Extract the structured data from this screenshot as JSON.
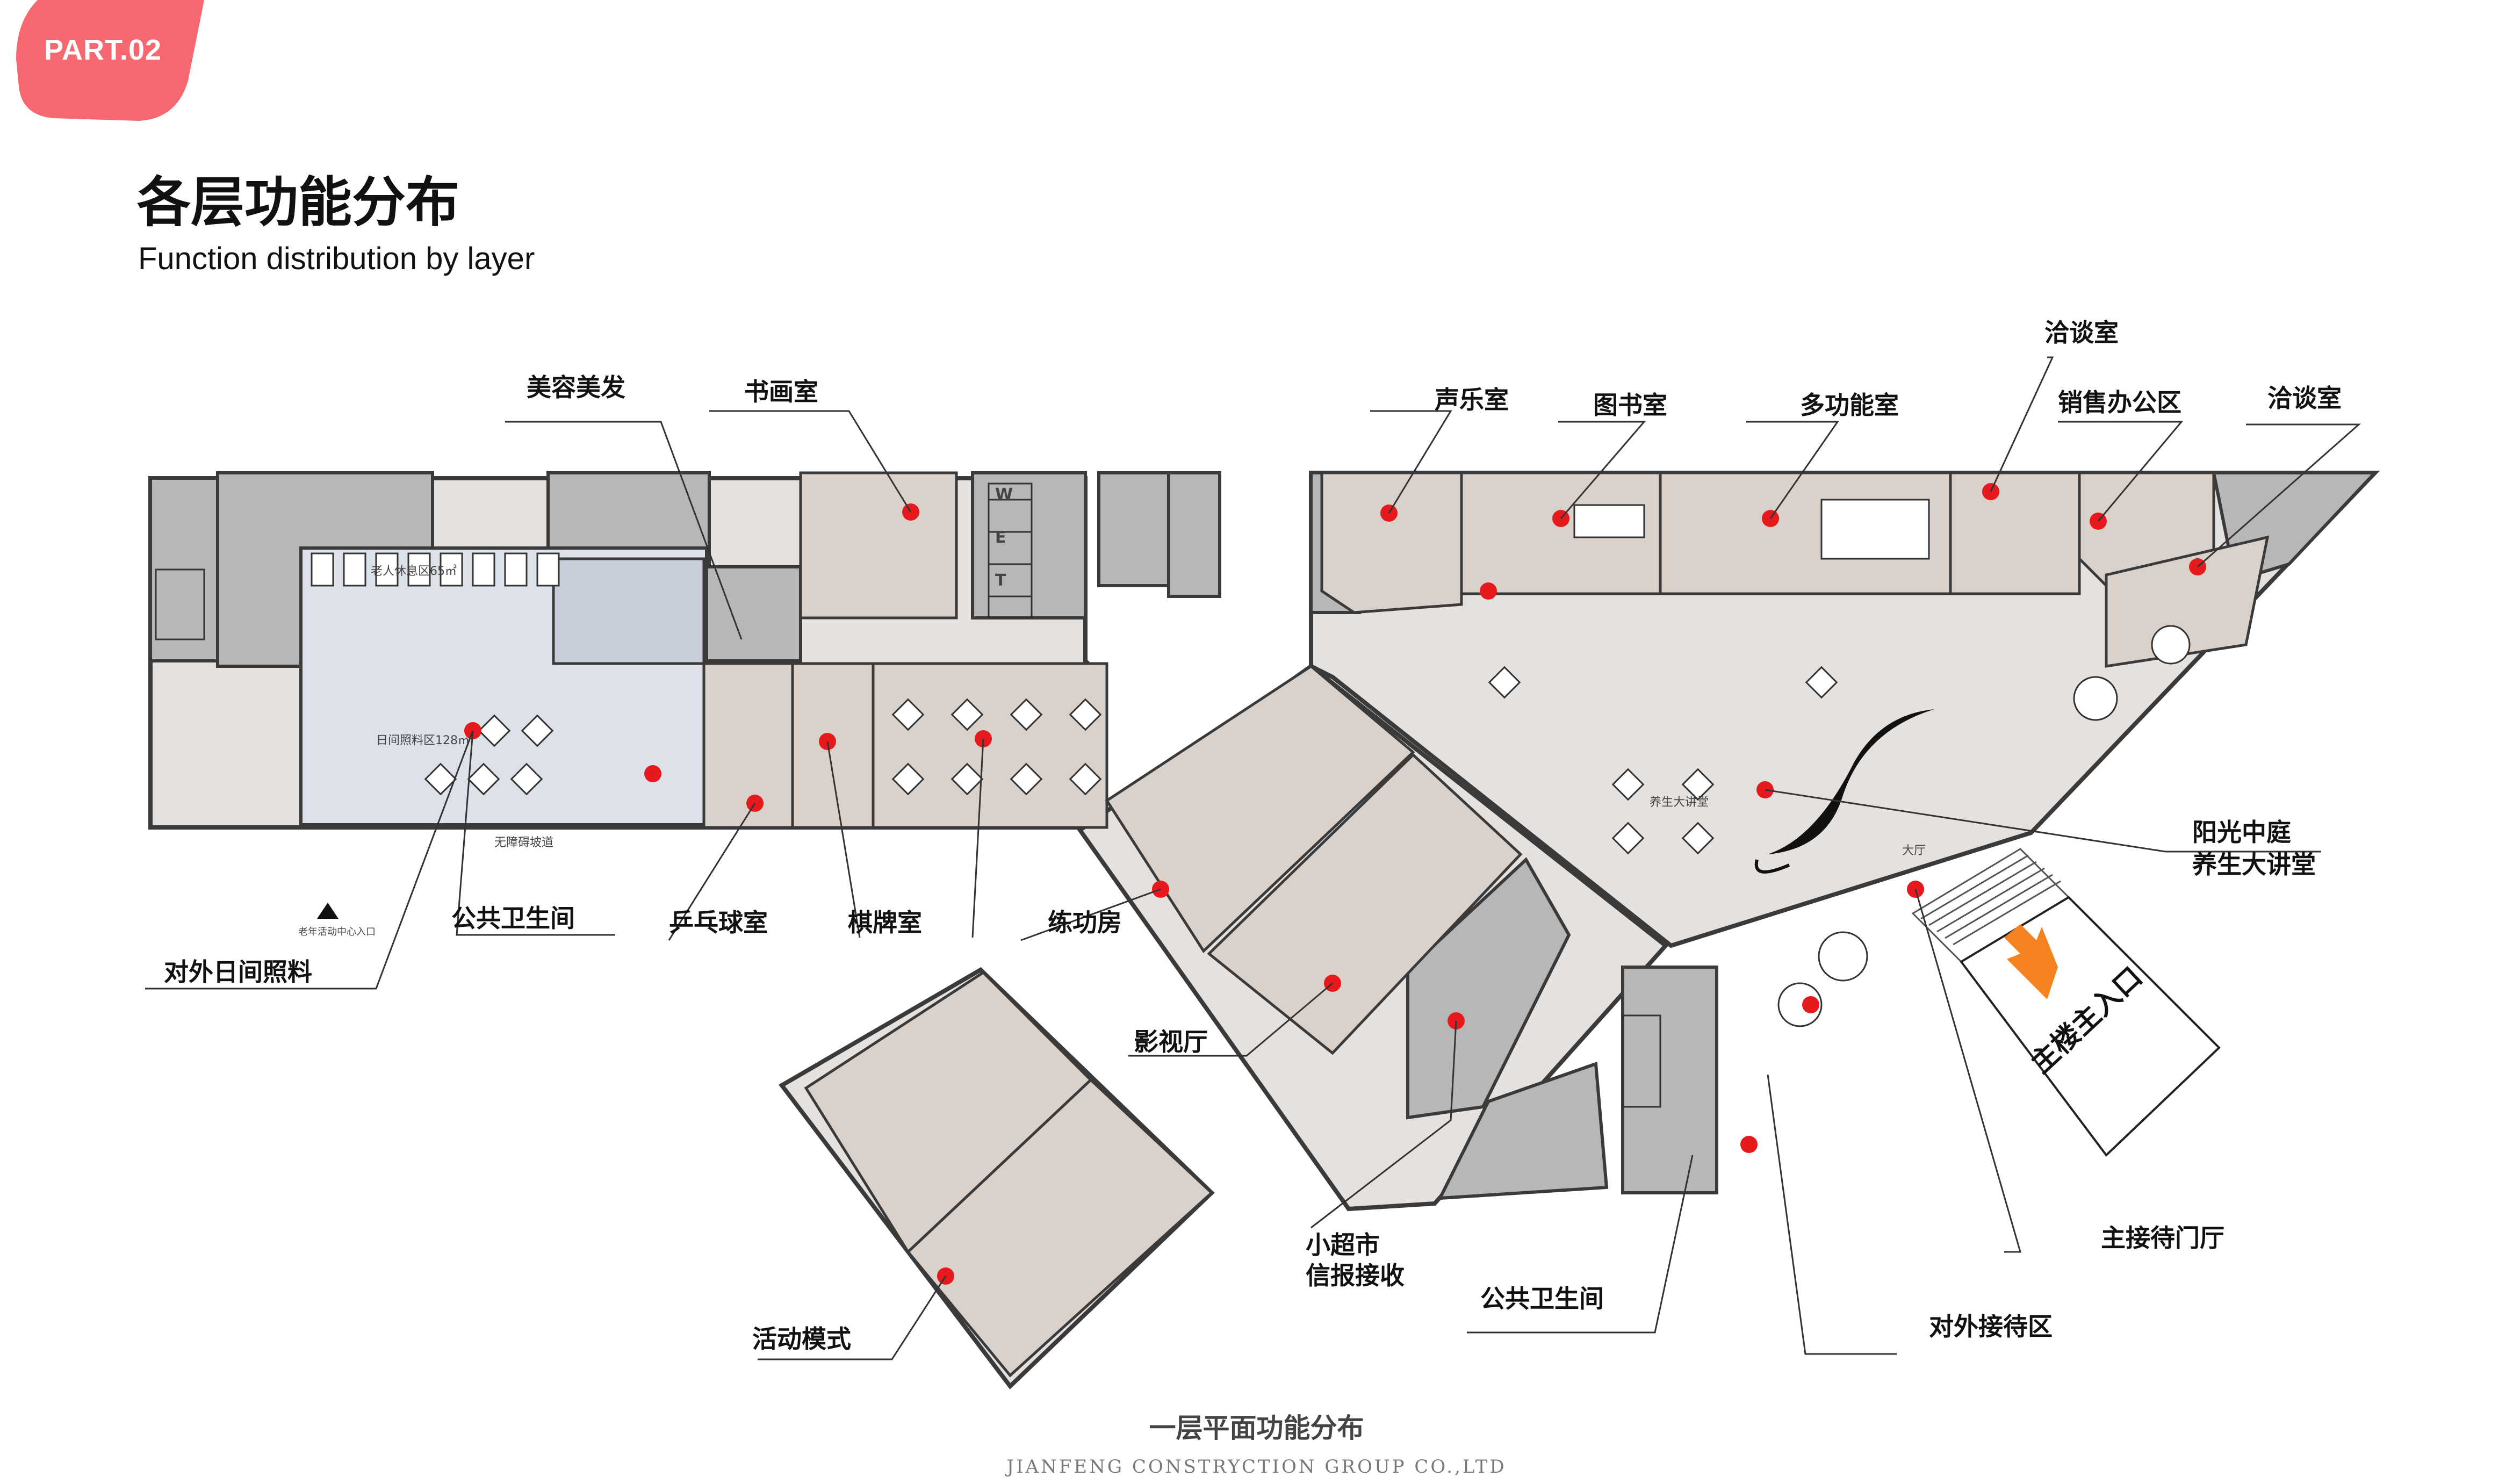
{
  "badge": {
    "text": "PART.02",
    "color": "#f6676f"
  },
  "heading": {
    "title": "各层功能分布",
    "subtitle": "Function distribution by layer"
  },
  "caption": {
    "title": "一层平面功能分布",
    "company": "JIANFENG CONSTRYCTION GROUP CO.,LTD"
  },
  "colors": {
    "marker": "#e8191c",
    "arrow": "#f4821f",
    "wall": "#3a3a3a",
    "floor": "#e4e1df",
    "gray_room": "#b7b7b7",
    "blue_room": "#dde2ea",
    "beige_room": "#d9d1ca"
  },
  "labels": {
    "meirong": "美容美发",
    "shuhua": "书画室",
    "shengyue": "声乐室",
    "tushu": "图书室",
    "duogongneng": "多功能室",
    "qiatan_top": "洽谈室",
    "xiaoshou": "销售办公区",
    "qiatan_right": "洽谈室",
    "yangguang_1": "阳光中庭",
    "yangguang_2": "养生大讲堂",
    "ggws_left": "公共卫生间",
    "pingpang": "乒乓球室",
    "qipai": "棋牌室",
    "liangong": "练功房",
    "duiwai_rijian": "对外日间照料",
    "yingshi": "影视厅",
    "huodong": "活动模式",
    "chaoshi_1": "小超市",
    "chaoshi_2": "信报接收",
    "ggws_bottom": "公共卫生间",
    "zhujiedai": "主接待门厅",
    "duiwai_jiedai": "对外接待区",
    "main_entrance": "主楼主入口"
  },
  "plan_text": {
    "day_care": "日间照料区128㎡",
    "old_room": "老人休息区65㎡",
    "elevator_w": "W",
    "elevator_e": "E",
    "elevator_t": "T",
    "ramp": "老年活动中心入口",
    "lobby": "大厅",
    "hall_text": "养生大讲堂",
    "barrier_free": "无障碍坡道"
  }
}
